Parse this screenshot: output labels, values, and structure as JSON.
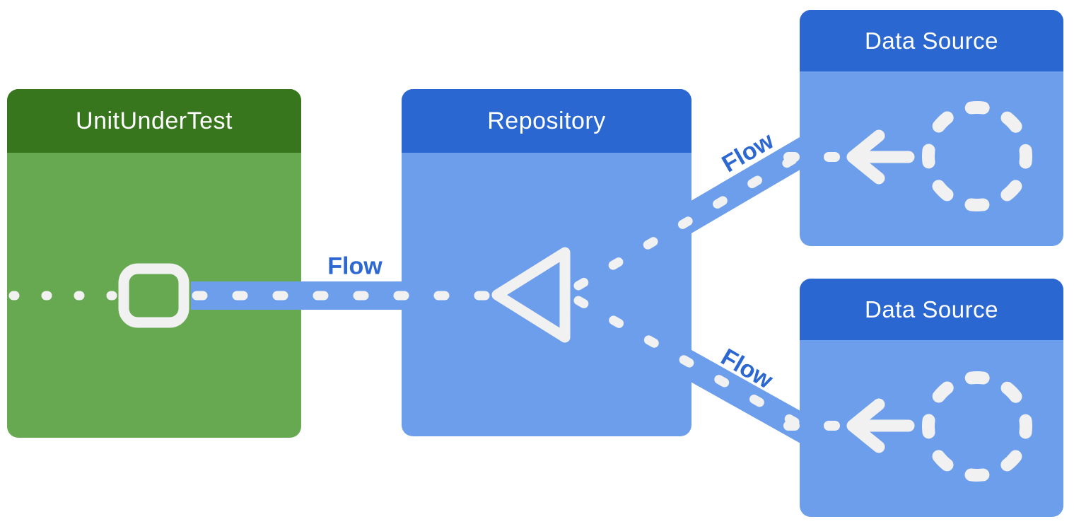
{
  "diagram": {
    "title_boxes": {
      "unit_under_test": {
        "title": "UnitUnderTest"
      },
      "repository": {
        "title": "Repository"
      },
      "data_source_top": {
        "title": "Data Source"
      },
      "data_source_bottom": {
        "title": "Data Source"
      }
    },
    "flow_labels": {
      "unit_to_repository": "Flow",
      "repository_to_data_source_top": "Flow",
      "repository_to_data_source_bottom": "Flow"
    },
    "colors": {
      "background": "#FFFFFF",
      "green_header": "#38761D",
      "green_body": "#67A950",
      "blue_header": "#2B67D1",
      "blue_body": "#6D9EEB",
      "flow_ribbon": "#6D9EEB",
      "dash_white": "#F1F1F1",
      "flow_label_text": "#2D68D2",
      "title_text": "#FFFFFF"
    }
  }
}
